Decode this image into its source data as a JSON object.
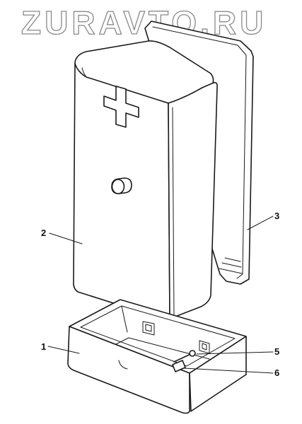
{
  "watermark": {
    "text": "ZURAVTO.RU"
  },
  "figure": {
    "subject": "first-aid kit box (exploded view)",
    "callouts": [
      {
        "id": "1",
        "label": "1",
        "part": "base tray"
      },
      {
        "id": "2",
        "label": "2",
        "part": "lid with cross emblem"
      },
      {
        "id": "3",
        "label": "3",
        "part": "rear lid / cover"
      },
      {
        "id": "5",
        "label": "5",
        "part": "hinge pin"
      },
      {
        "id": "6",
        "label": "6",
        "part": "latch"
      }
    ]
  },
  "icons": {
    "cross": "red-cross-icon",
    "knob": "knob-icon"
  }
}
